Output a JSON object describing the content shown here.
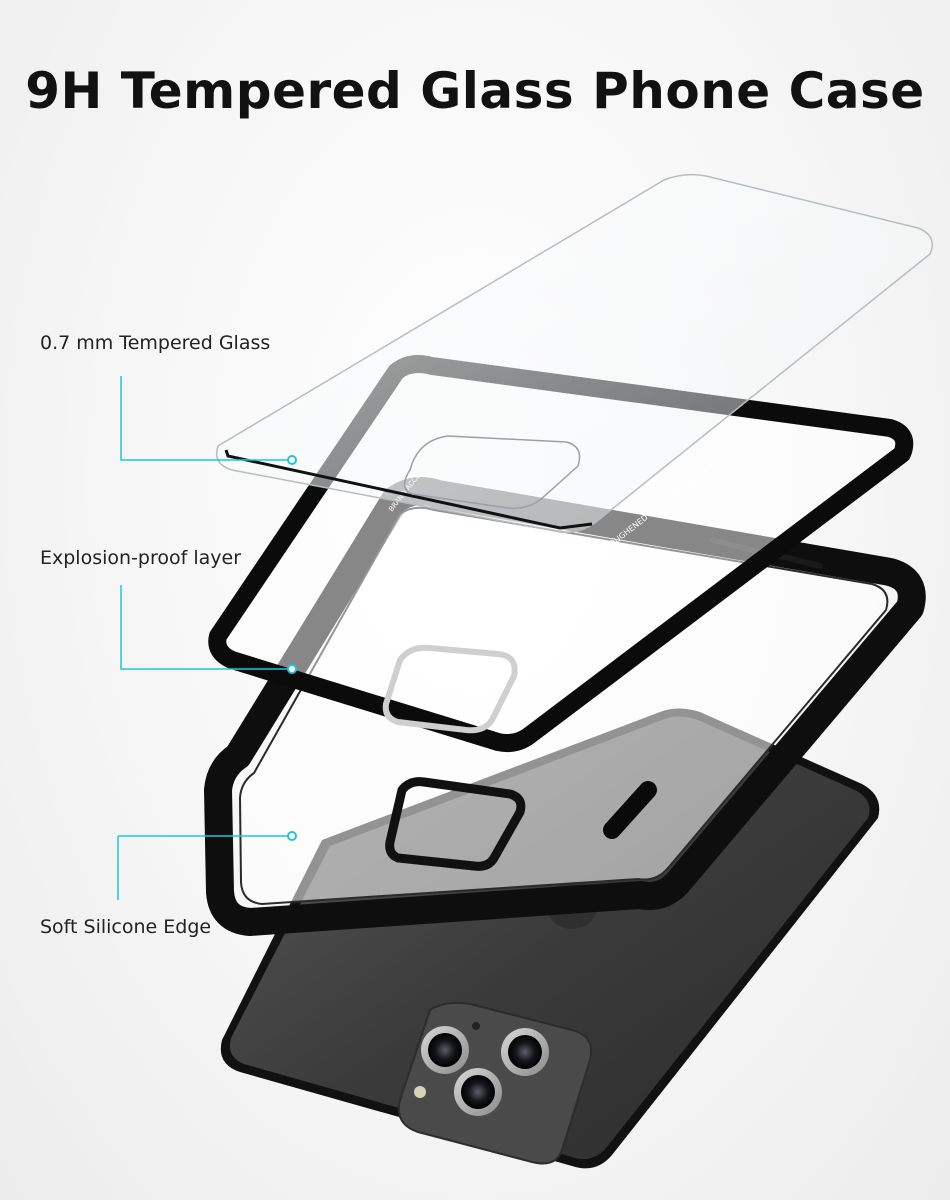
{
  "header": {
    "title": "9H Tempered Glass Phone Case"
  },
  "callouts": [
    {
      "label": "0.7 mm Tempered Glass"
    },
    {
      "label": "Explosion-proof layer"
    },
    {
      "label": "Soft Silicone Edge"
    }
  ],
  "printed_text": {
    "explosion_layer_edge": "0.7MM TOUGHENED GLASS · SUPER LIGHT",
    "explosion_layer_side": "BRAND ACCESSORIES"
  },
  "colors": {
    "accent": "#1ec6dc",
    "text": "#111111",
    "phone_body": "#3a3a3a",
    "case_black": "#0d0d0d"
  }
}
